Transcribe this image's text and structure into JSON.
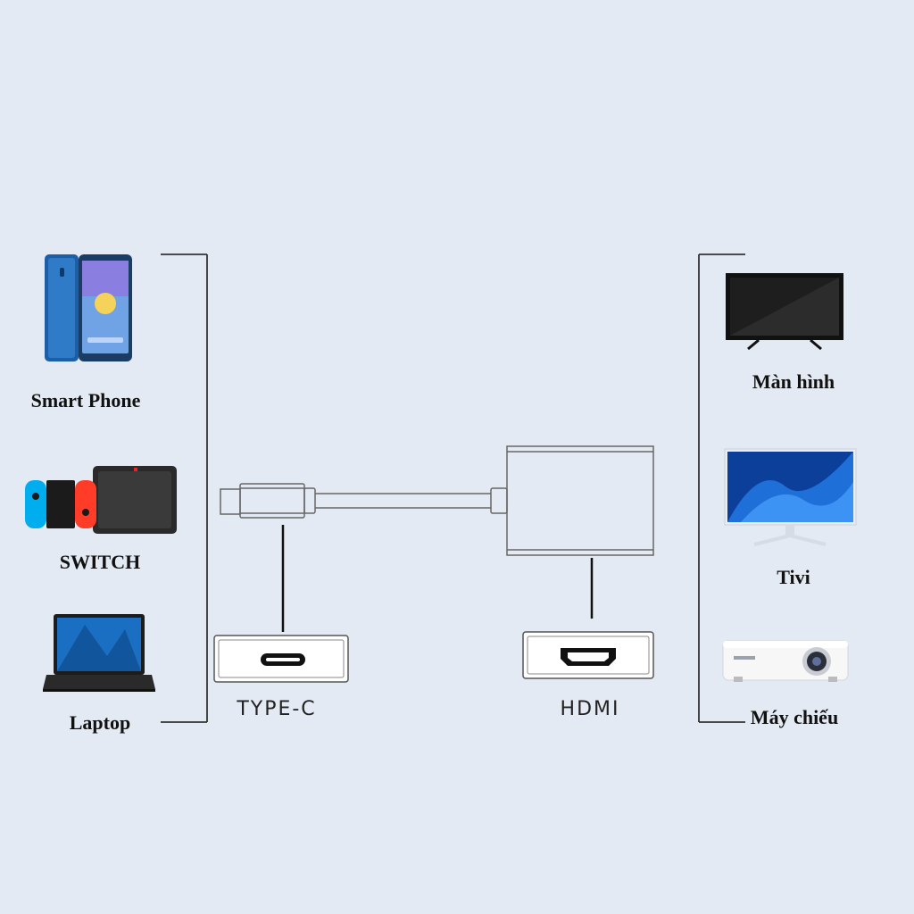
{
  "sources": {
    "devices": [
      {
        "label": "Smart Phone",
        "icon": "smartphone-icon"
      },
      {
        "label": "SWITCH",
        "icon": "game-console-icon"
      },
      {
        "label": "Laptop",
        "icon": "laptop-icon"
      }
    ]
  },
  "outputs": {
    "devices": [
      {
        "label": "Màn hình",
        "icon": "monitor-icon"
      },
      {
        "label": "Tivi",
        "icon": "tv-icon"
      },
      {
        "label": "Máy chiếu",
        "icon": "projector-icon"
      }
    ]
  },
  "ports": {
    "input_label": "TYPE-C",
    "output_label": "HDMI"
  },
  "colors": {
    "background": "#e4eaf3",
    "line": "#333333",
    "adapter_outline": "#666666",
    "phone_blue": "#1e5fa8",
    "joycon_blue": "#00aeef",
    "joycon_red": "#ff3c28"
  }
}
